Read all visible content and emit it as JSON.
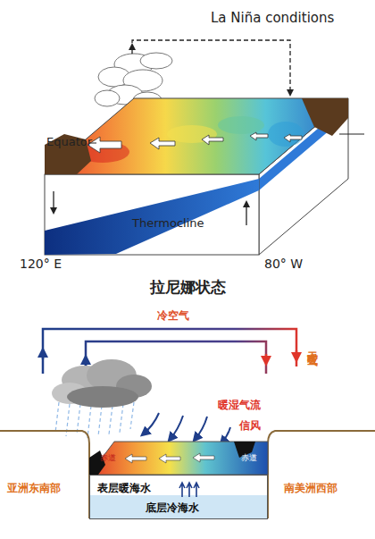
{
  "diagram": {
    "title": "拉尼娜状态",
    "nodes": [
      {
        "text": [
          "表层暖海水",
          "底层冷海水"
        ]
      }
    ],
    "labels": [
      "La Niña conditions",
      "Equator",
      "Thermocline",
      "120° E",
      "80° W",
      "冷空气",
      "干暖空气",
      "暖湿气流",
      "信风",
      "赤道",
      "赤道",
      "亚洲东南部",
      "南美洲西部"
    ]
  }
}
